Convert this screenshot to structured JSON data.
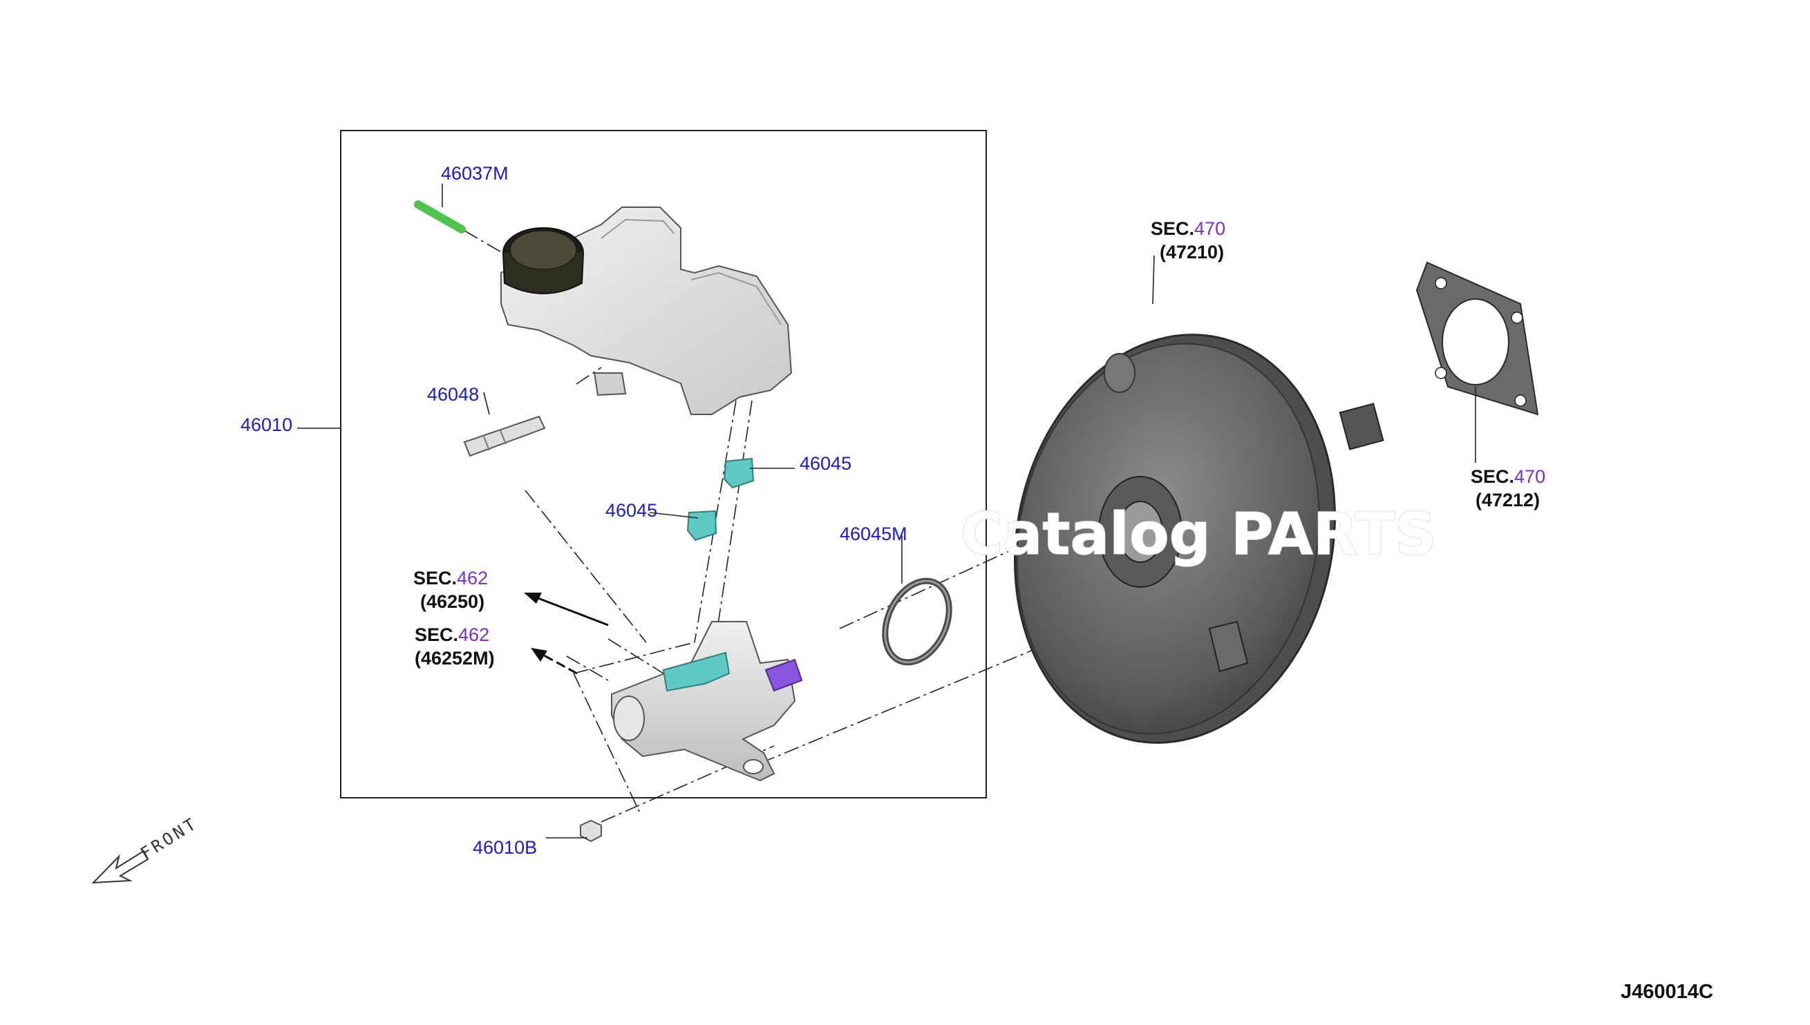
{
  "parts": {
    "p46010": "46010",
    "p46037M": "46037M",
    "p46048": "46048",
    "p46045a": "46045",
    "p46045b": "46045",
    "p46045M": "46045M",
    "p46010B": "46010B"
  },
  "references": {
    "ref_47210": {
      "prefix": "SEC.",
      "section": "470",
      "part": "(47210)"
    },
    "ref_47212": {
      "prefix": "SEC.",
      "section": "470",
      "part": "(47212)"
    },
    "ref_46250": {
      "prefix": "SEC.",
      "section": "462",
      "part": "(46250)"
    },
    "ref_46252M": {
      "prefix": "SEC.",
      "section": "462",
      "part": "(46252M)"
    }
  },
  "front_label": "FRONT",
  "diagram_code": "J460014C",
  "watermark": "Catalog PARTS",
  "colors": {
    "part_number": "#1a1ad6",
    "section_number": "#7a2fd6",
    "reservoir_cap": "#2e2e22",
    "reservoir_body": "#e2e2e2",
    "booster": "#6e6e6e",
    "seal_cyan": "#5fc9c4",
    "push_rod_purple": "#8a55e0",
    "gauge_rod_green": "#4ec34e"
  }
}
